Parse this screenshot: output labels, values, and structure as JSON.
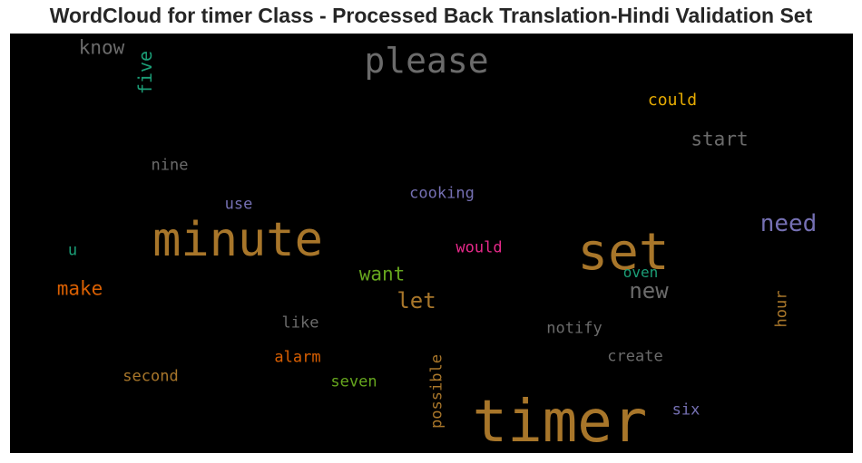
{
  "chart_data": {
    "type": "wordcloud",
    "title": "WordCloud for timer Class - Processed Back Translation-Hindi Validation Set",
    "background": "#000000",
    "words": [
      {
        "text": "timer",
        "weight": 1.0,
        "color": "#a8762a"
      },
      {
        "text": "minute",
        "weight": 0.95,
        "color": "#a8762a"
      },
      {
        "text": "set",
        "weight": 0.95,
        "color": "#a8762a"
      },
      {
        "text": "please",
        "weight": 0.6,
        "color": "#6b6b6b"
      },
      {
        "text": "need",
        "weight": 0.4,
        "color": "#7570b3"
      },
      {
        "text": "new",
        "weight": 0.4,
        "color": "#6b6b6b"
      },
      {
        "text": "let",
        "weight": 0.38,
        "color": "#a8762a"
      },
      {
        "text": "want",
        "weight": 0.33,
        "color": "#66a61e"
      },
      {
        "text": "make",
        "weight": 0.33,
        "color": "#d95f02"
      },
      {
        "text": "know",
        "weight": 0.32,
        "color": "#6b6b6b"
      },
      {
        "text": "five",
        "weight": 0.32,
        "color": "#1b9e77",
        "vertical": true
      },
      {
        "text": "start",
        "weight": 0.3,
        "color": "#6b6b6b"
      },
      {
        "text": "could",
        "weight": 0.27,
        "color": "#e6ab02"
      },
      {
        "text": "cooking",
        "weight": 0.26,
        "color": "#7570b3"
      },
      {
        "text": "would",
        "weight": 0.26,
        "color": "#e7298a"
      },
      {
        "text": "oven",
        "weight": 0.25,
        "color": "#1b9e77"
      },
      {
        "text": "notify",
        "weight": 0.25,
        "color": "#6b6b6b"
      },
      {
        "text": "hour",
        "weight": 0.25,
        "color": "#a8762a",
        "vertical": true
      },
      {
        "text": "create",
        "weight": 0.25,
        "color": "#6b6b6b"
      },
      {
        "text": "alarm",
        "weight": 0.25,
        "color": "#d95f02"
      },
      {
        "text": "seven",
        "weight": 0.25,
        "color": "#66a61e"
      },
      {
        "text": "second",
        "weight": 0.25,
        "color": "#a8762a"
      },
      {
        "text": "possible",
        "weight": 0.25,
        "color": "#a8762a",
        "vertical": true
      },
      {
        "text": "six",
        "weight": 0.24,
        "color": "#7570b3"
      },
      {
        "text": "like",
        "weight": 0.24,
        "color": "#6b6b6b"
      },
      {
        "text": "use",
        "weight": 0.24,
        "color": "#7570b3"
      },
      {
        "text": "nine",
        "weight": 0.24,
        "color": "#6b6b6b"
      },
      {
        "text": "u",
        "weight": 0.24,
        "color": "#1b9e77"
      }
    ]
  }
}
